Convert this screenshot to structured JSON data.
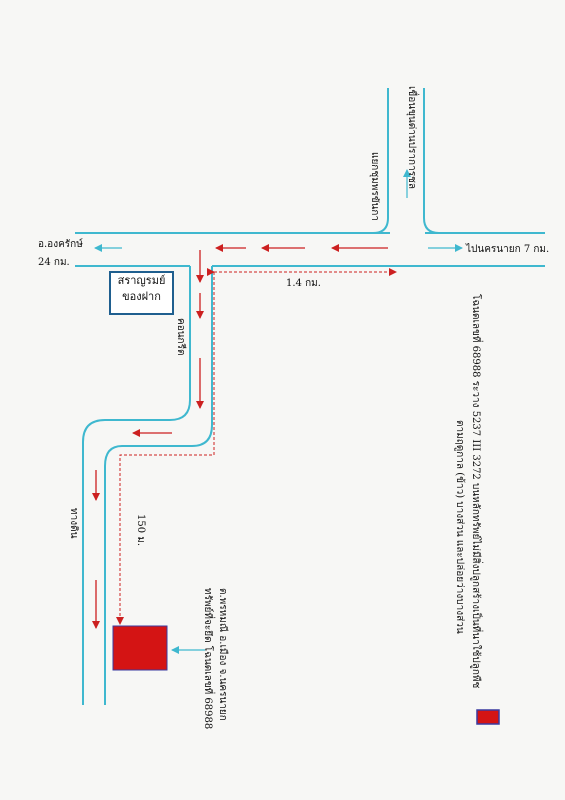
{
  "labels": {
    "amphoe_ongkharak": "อ.องครักษ์",
    "km_24": "24 กม.",
    "to_nakhon_nayok": "ไปนครนายก 7 กม.",
    "km_1_4": "1.4 กม.",
    "m_150": "150 ม.",
    "intersection": "แยกชุมพรขันกา",
    "dam": "เขื่อนขุนด่านปราการชล",
    "concrete": "คอนกรีต",
    "dirt_road": "ทางดิน",
    "plot_title": "ทรัพย์ที่จะยึด โฉนดเลขที่ 68988",
    "plot_address": "ต.พรหมณี อ.เมือง จ.นครนายก"
  },
  "landmark": {
    "line1": "สราญรมย์",
    "line2": "ของฝาก"
  },
  "legend": {
    "line1": "โฉนดเลขที่ 68988 ระวาง 5237 III 3272 บนหลักทรัพย์ไม่มีสิ่งปลูกสร้างเป็นที่นาใช้ปลูกพืช",
    "line2": "ตามฤดูกาล (ข้าว) บางส่วน และปล่อยว่างบางส่วน"
  },
  "colors": {
    "road": "#3fb8cf",
    "arrow": "#cc2020",
    "plot": "#d41414",
    "box_border": "#1f5f8f"
  }
}
